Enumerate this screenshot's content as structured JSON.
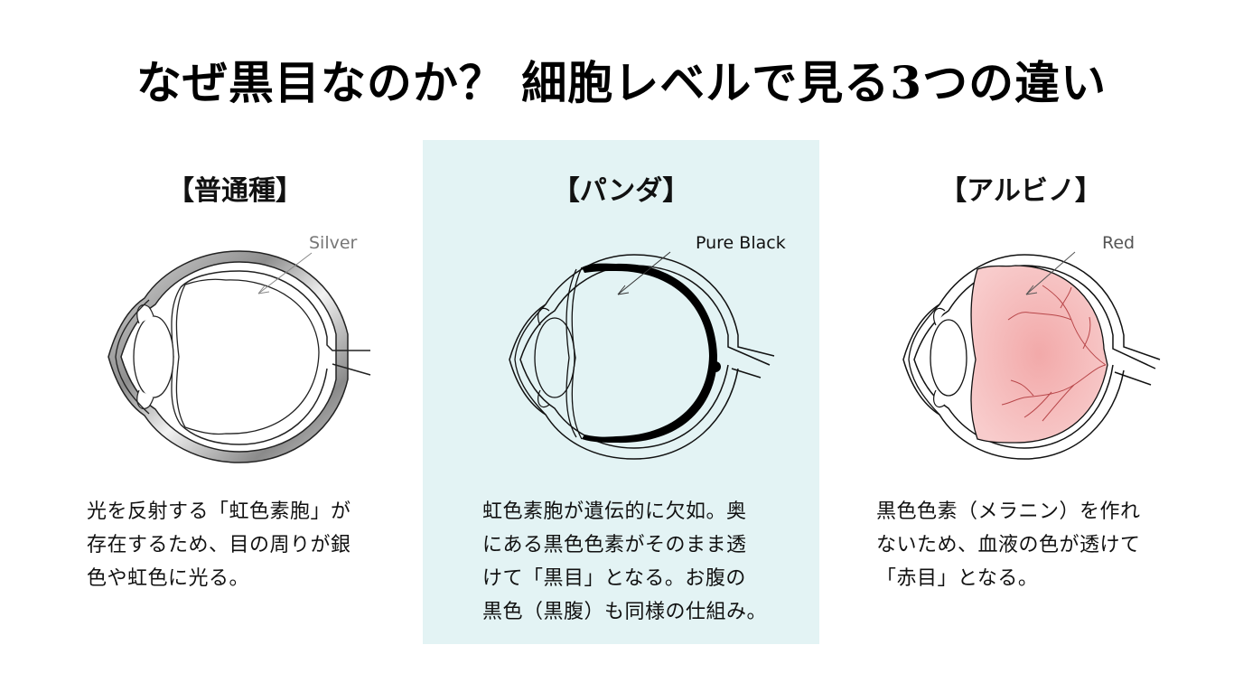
{
  "title": "なぜ黒目なのか？ 細胞レベルで見る3つの違い",
  "columns": [
    {
      "heading": "【普通種】",
      "eye_label": "Silver",
      "label_color": "#777777",
      "eye_type": "silver",
      "description": "光を反射する「虹色素胞」が\n存在するため、目の周りが銀\n色や虹色に光る。"
    },
    {
      "heading": "【パンダ】",
      "eye_label": "Pure Black",
      "label_color": "#111111",
      "eye_type": "black",
      "description": "虹色素胞が遺伝的に欠如。奥\nにある黒色色素がそのまま透\nけて「黒目」となる。お腹の\n黒色（黒腹）も同様の仕組み。"
    },
    {
      "heading": "【アルビノ】",
      "eye_label": "Red",
      "label_color": "#555555",
      "eye_type": "red",
      "description": "黒色色素（メラニン）を作れ\nないため、血液の色が透けて\n「赤目」となる。"
    }
  ],
  "colors": {
    "highlight_panel": "#e3f3f4",
    "silver": "#a9a9a9",
    "red_fill": "#f3b5b5",
    "vessel": "#b8474a"
  }
}
